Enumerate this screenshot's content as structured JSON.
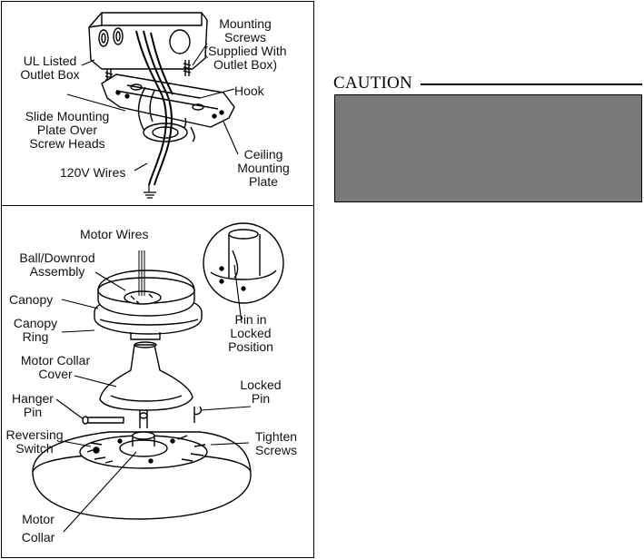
{
  "top_figure": {
    "labels": {
      "ul_outlet_box": [
        "UL Listed",
        "Outlet Box"
      ],
      "mounting_screws": [
        "Mounting",
        "Screws",
        "(Supplied With",
        "Outlet Box)"
      ],
      "hook": "Hook",
      "slide_plate": [
        "Slide Mounting",
        "Plate Over",
        "Screw Heads"
      ],
      "ceiling_plate": [
        "Ceiling",
        "Mounting",
        "Plate"
      ],
      "wires_120v": "120V Wires"
    }
  },
  "bottom_figure": {
    "labels": {
      "motor_wires": "Motor Wires",
      "ball_downrod": [
        "Ball/Downrod",
        "Assembly"
      ],
      "canopy": "Canopy",
      "canopy_ring": [
        "Canopy",
        "Ring"
      ],
      "motor_collar_cover": [
        "Motor Collar",
        "Cover"
      ],
      "hanger_pin": [
        "Hanger",
        "Pin"
      ],
      "reversing_switch": [
        "Reversing",
        "Switch"
      ],
      "motor_collar": [
        "Motor",
        "Collar"
      ],
      "pin_locked_position": [
        "Pin in",
        "Locked",
        "Position"
      ],
      "locked_pin": [
        "Locked",
        "Pin"
      ],
      "tighten_screws": [
        "Tighten",
        "Screws"
      ]
    }
  },
  "caution": {
    "heading": "CAUTION",
    "box_color": "#7a7a7a"
  }
}
